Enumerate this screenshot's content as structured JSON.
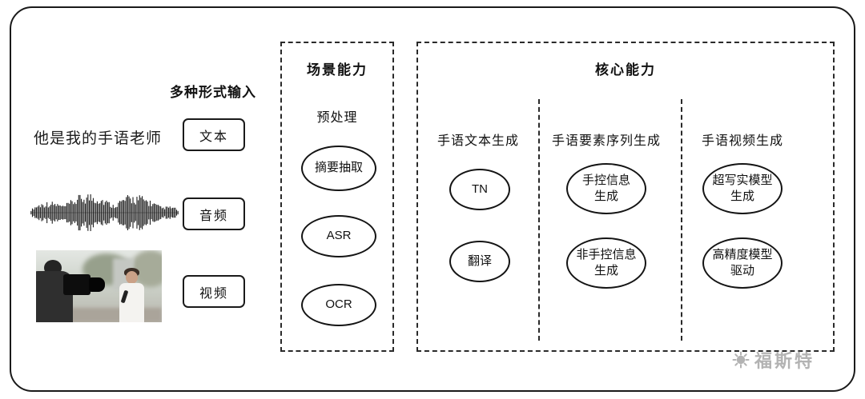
{
  "input_section": {
    "title": "多种形式输入",
    "items": [
      {
        "label": "文本",
        "example": "他是我的手语老师",
        "type": "text"
      },
      {
        "label": "音频",
        "type": "audio"
      },
      {
        "label": "视频",
        "type": "video"
      }
    ]
  },
  "scene_section": {
    "title": "场景能力",
    "subtitle": "预处理",
    "nodes": [
      "摘要抽取",
      "ASR",
      "OCR"
    ]
  },
  "core_section": {
    "title": "核心能力",
    "columns": [
      {
        "header": "手语文本生成",
        "nodes": [
          "TN",
          "翻译"
        ]
      },
      {
        "header": "手语要素序列生成",
        "nodes": [
          "手控信息\n生成",
          "非手控信息\n生成"
        ]
      },
      {
        "header": "手语视频生成",
        "nodes": [
          "超写实模型\n生成",
          "高精度模型\n驱动"
        ]
      }
    ]
  },
  "watermark": {
    "text": "福斯特"
  },
  "icons": {
    "audio": "waveform-icon",
    "video": "video-thumbnail",
    "watermark": "sun-badge-icon"
  },
  "colors": {
    "border": "#1a1a1a",
    "dashed_border": "#2a2a2a",
    "watermark_gray": "#b3b3b3",
    "background": "#ffffff"
  }
}
